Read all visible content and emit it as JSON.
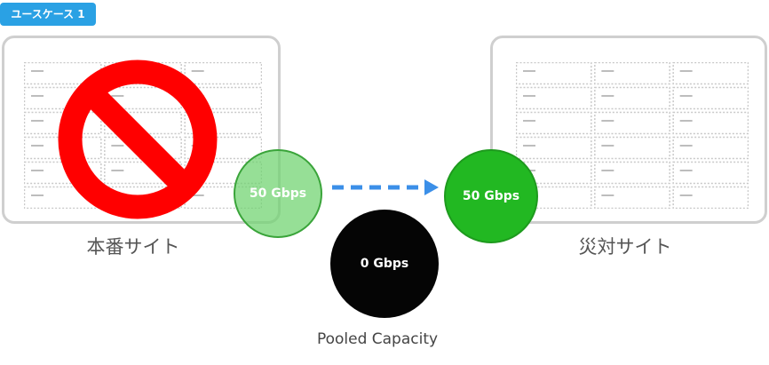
{
  "badge": {
    "label": "ユースケース 1"
  },
  "production_site": {
    "label": "本番サイト",
    "status": "unavailable",
    "capacity": "50 Gbps"
  },
  "dr_site": {
    "label": "災対サイト",
    "capacity": "50 Gbps"
  },
  "pooled": {
    "capacity": "0 Gbps",
    "label": "Pooled Capacity"
  },
  "icons": {
    "prohibited": "no-entry-icon",
    "transfer": "dashed-arrow-right-icon"
  },
  "colors": {
    "badge": "#2aa1e4",
    "no_sign": "#ff0000",
    "prod_bubble": "#6ed36e",
    "dr_bubble": "#22b822",
    "pooled_bubble": "#050505",
    "arrow": "#3b8fe8"
  }
}
